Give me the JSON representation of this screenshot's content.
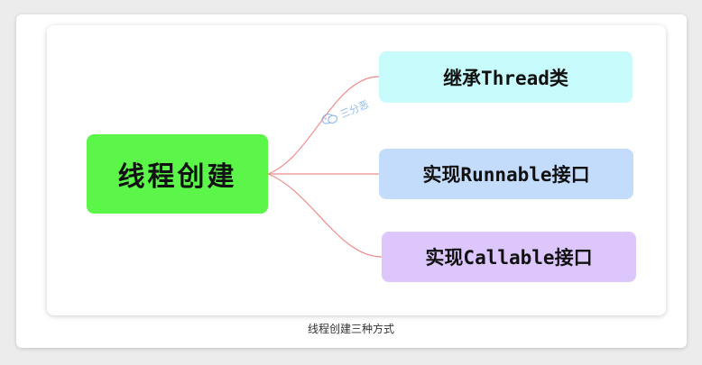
{
  "diagram": {
    "central_node": "线程创建",
    "branches": [
      {
        "label": "继承Thread类",
        "color": "#c8fbfb"
      },
      {
        "label": "实现Runnable接口",
        "color": "#c4dcfb"
      },
      {
        "label": "实现Callable接口",
        "color": "#dcc6fb"
      }
    ],
    "central_color": "#5cf64a",
    "connector_color": "#f08a8a"
  },
  "watermark": {
    "text": "三分恶",
    "icon": "wechat-icon"
  },
  "caption": "线程创建三种方式"
}
